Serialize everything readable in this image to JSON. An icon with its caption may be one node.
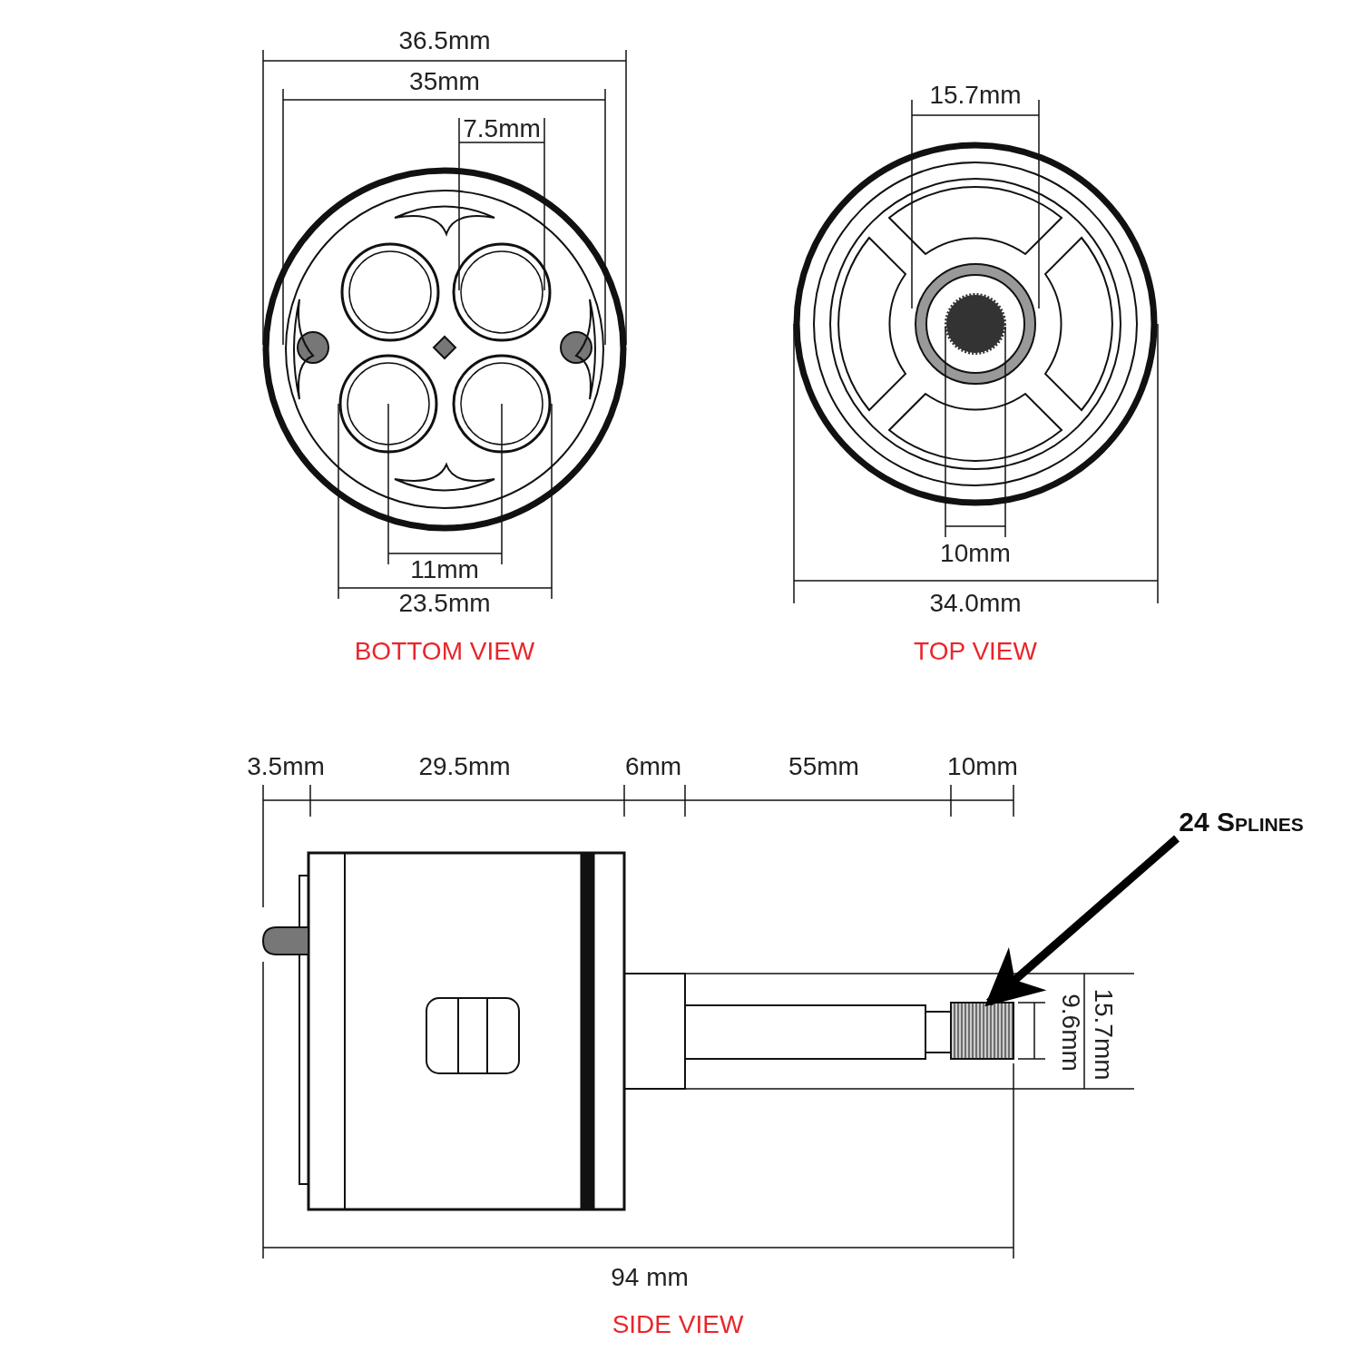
{
  "diagram": {
    "nodes": [
      {
        "text": [
          "24 Splines"
        ]
      },
      {
        "text": [],
        "shape": "picture"
      }
    ],
    "edges": [
      {
        "from": 0,
        "to": 1,
        "arrow": "to"
      }
    ],
    "labels": [
      "36.5mm",
      "35mm",
      "7.5mm",
      "15.7mm",
      "11mm",
      "23.5mm",
      "10mm",
      "34.0mm",
      "BOTTOM VIEW",
      "TOP VIEW",
      "3.5mm",
      "29.5mm",
      "6mm",
      "55mm",
      "10mm",
      "9.6mm",
      "15.7mm",
      "94 mm",
      "SIDE VIEW"
    ]
  }
}
